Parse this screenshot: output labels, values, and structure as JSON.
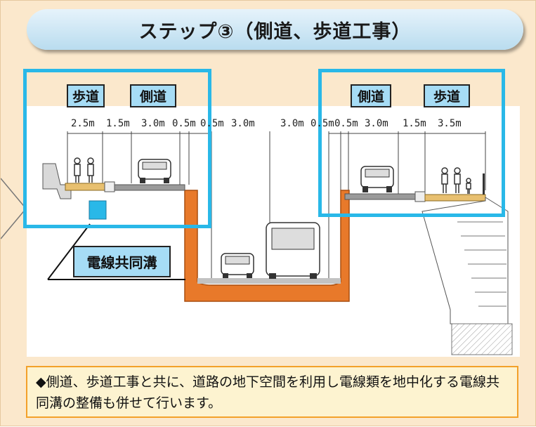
{
  "title": "ステップ③（側道、歩道工事）",
  "labels": {
    "left_sidewalk": "歩道",
    "left_frontage": "側道",
    "right_frontage": "側道",
    "right_sidewalk": "歩道",
    "conduit": "電線共同溝"
  },
  "dimensions": [
    "2.5m",
    "1.5m",
    "3.0m",
    "0.5m",
    "0.5m",
    "3.0m",
    "3.0m",
    "0.5m",
    "0.5m",
    "3.0m",
    "1.5m",
    "3.5m"
  ],
  "note": "◆側道、歩道工事と共に、道路の地下空間を利用し電線類を地中化する電線共同溝の整備も併せて行います。",
  "colors": {
    "frame": "#29b8e8",
    "structure": "#e8792a",
    "sidewalk": "#e8c070",
    "road": "#9a9a9a",
    "label_bg": "#a6dcf5",
    "note_border": "#f3a12a"
  }
}
